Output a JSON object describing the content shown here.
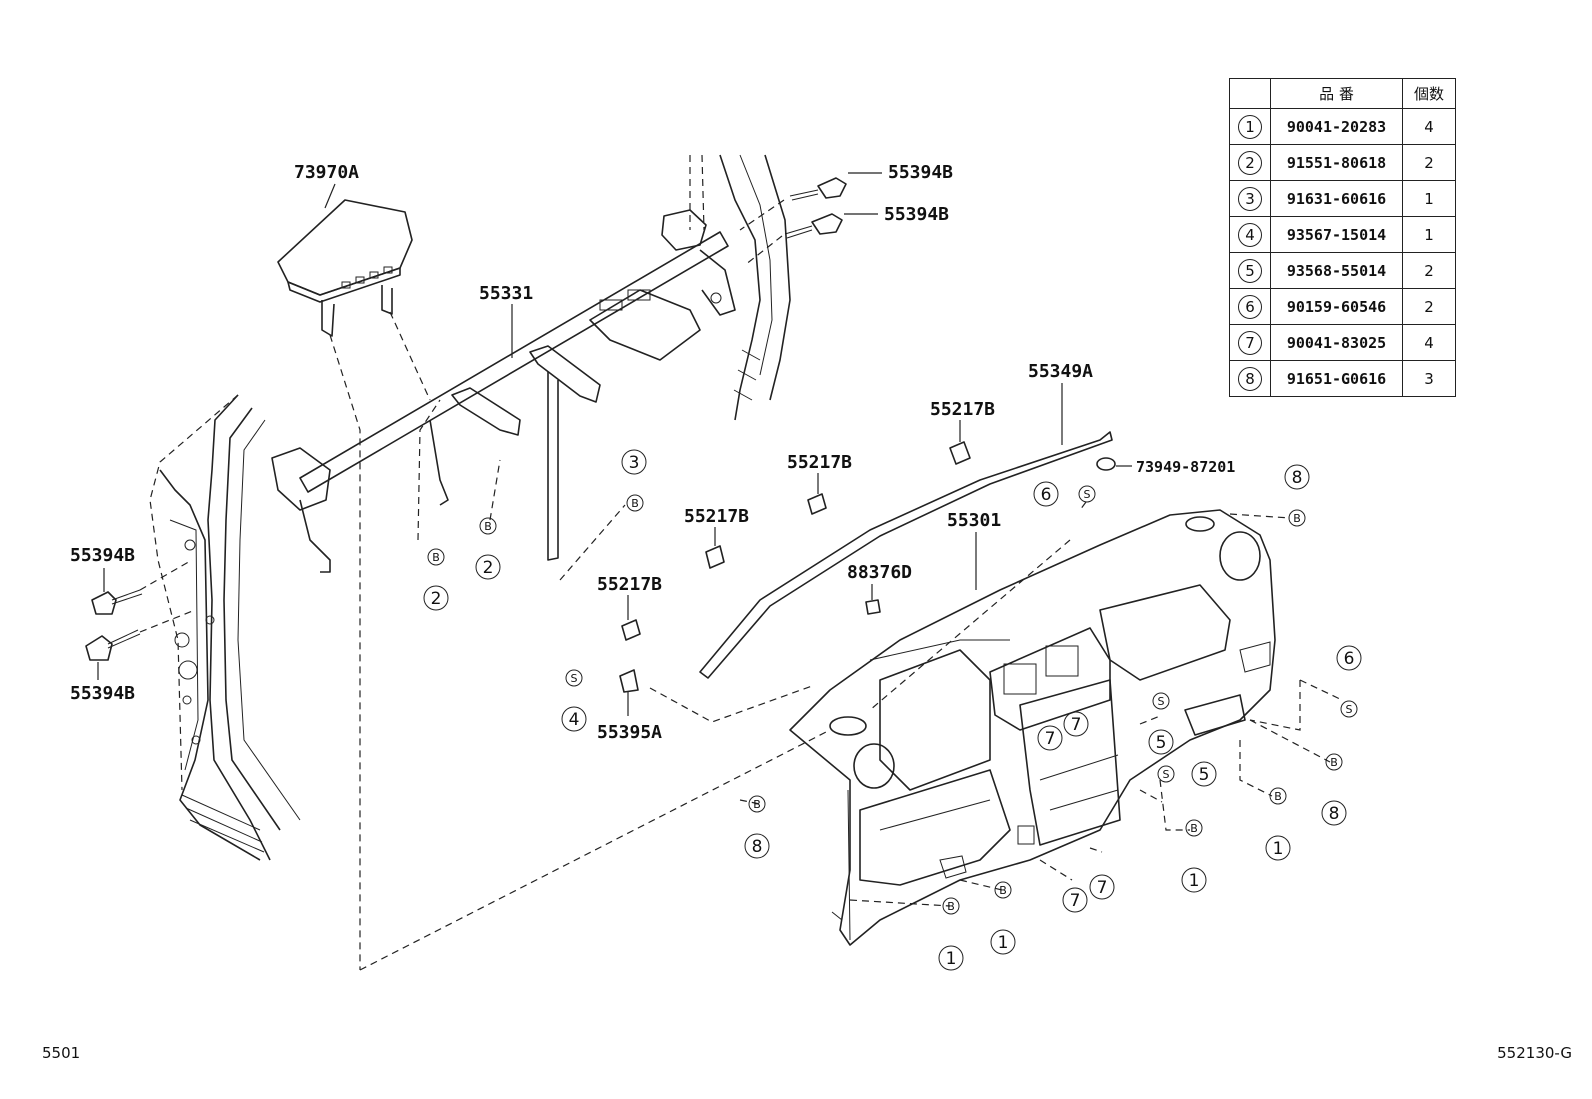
{
  "page_number": "5501",
  "diagram_number": "552130-G",
  "table": {
    "headers": {
      "ref": "",
      "part_number": "品 番",
      "quantity": "個数"
    },
    "rows": [
      {
        "ref": "1",
        "part_number": "90041-20283",
        "quantity": "4"
      },
      {
        "ref": "2",
        "part_number": "91551-80618",
        "quantity": "2"
      },
      {
        "ref": "3",
        "part_number": "91631-60616",
        "quantity": "1"
      },
      {
        "ref": "4",
        "part_number": "93567-15014",
        "quantity": "1"
      },
      {
        "ref": "5",
        "part_number": "93568-55014",
        "quantity": "2"
      },
      {
        "ref": "6",
        "part_number": "90159-60546",
        "quantity": "2"
      },
      {
        "ref": "7",
        "part_number": "90041-83025",
        "quantity": "4"
      },
      {
        "ref": "8",
        "part_number": "91651-G0616",
        "quantity": "3"
      }
    ]
  },
  "labels": {
    "p73970a": "73970A",
    "p55394b_1": "55394B",
    "p55394b_2": "55394B",
    "p55394b_3": "55394B",
    "p55394b_4": "55394B",
    "p55331": "55331",
    "p55349a": "55349A",
    "p55217b_1": "55217B",
    "p55217b_2": "55217B",
    "p55217b_3": "55217B",
    "p55217b_4": "55217B",
    "p73949": "73949-87201",
    "p55301": "55301",
    "p88376d": "88376D",
    "p55395a": "55395A"
  },
  "symbols": {
    "bolt": "B",
    "screw": "S"
  },
  "callouts": [
    "1",
    "2",
    "3",
    "4",
    "5",
    "6",
    "7",
    "8"
  ]
}
